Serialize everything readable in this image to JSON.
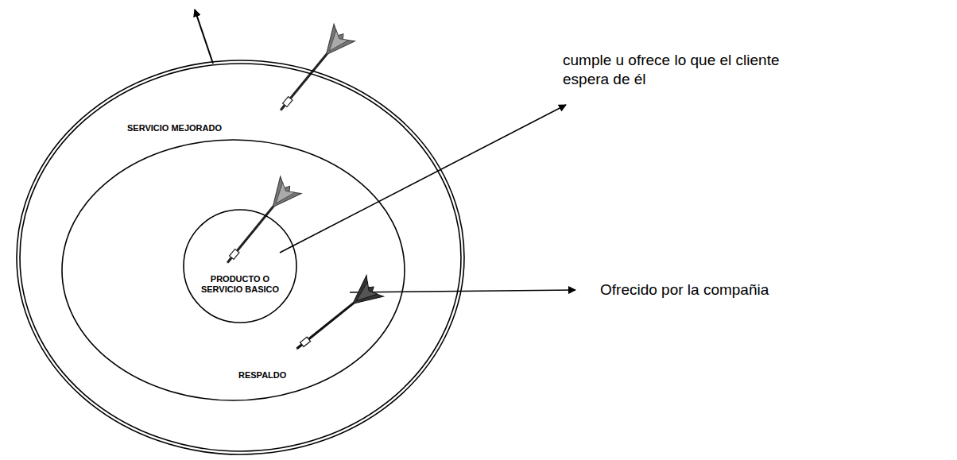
{
  "diagram": {
    "nodes": [
      {
        "text": [
          "SERVICIO MEJORADO"
        ]
      },
      {
        "text": [
          "RESPALDO"
        ],
        "in": 0
      },
      {
        "text": [
          "PRODUCTO O SERVICIO BASICO"
        ],
        "in": 1
      }
    ],
    "labels": [
      "cumple u ofrece lo que el cliente espera de él",
      "Ofrecido por la compañia"
    ]
  }
}
